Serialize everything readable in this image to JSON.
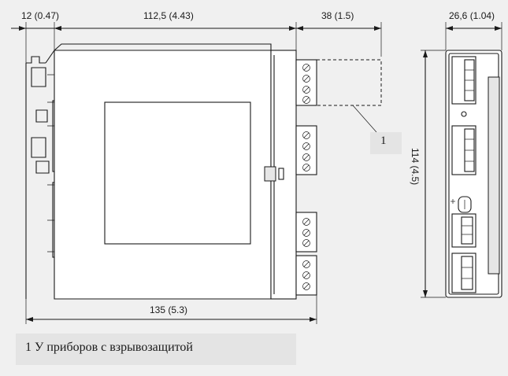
{
  "dimensions": {
    "rail_depth": "12 (0.47)",
    "housing_depth": "112,5 (4.43)",
    "terminal_extension": "38 (1.5)",
    "width": "26,6 (1.04)",
    "height": "114 (4.5)",
    "total_depth": "135 (5.3)"
  },
  "callout": {
    "number": "1"
  },
  "footnote": {
    "text": "1 У приборов с взрывозащитой"
  },
  "colors": {
    "background": "#f0f0f0",
    "label_box": "#e4e4e4",
    "line": "#1a1a1a"
  }
}
